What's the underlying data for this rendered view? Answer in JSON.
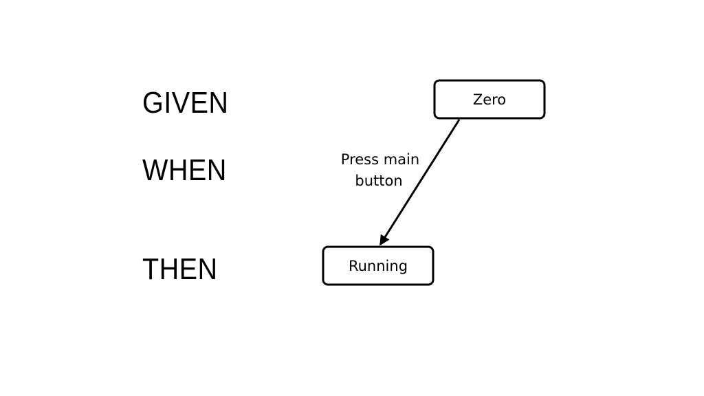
{
  "gwt": {
    "given": "GIVEN",
    "when": "WHEN",
    "then": "THEN"
  },
  "states": {
    "zero": "Zero",
    "running": "Running"
  },
  "transition": {
    "line1": "Press main",
    "line2": "button"
  }
}
